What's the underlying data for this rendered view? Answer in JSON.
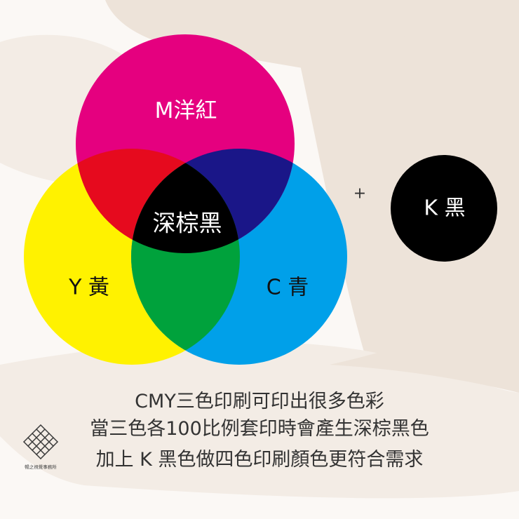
{
  "colors": {
    "background": "#fbf8f5",
    "brush_dark": "#ede3d9",
    "brush_light": "#f3ece5"
  },
  "diagram": {
    "circles": [
      {
        "id": "magenta",
        "label": "M洋紅",
        "color": "#e5007f"
      },
      {
        "id": "yellow",
        "label": "Y 黃",
        "color": "#fff200"
      },
      {
        "id": "cyan",
        "label": "C 青",
        "color": "#00a0e9"
      }
    ],
    "overlaps": {
      "magenta_yellow": {
        "color": "#e60a1e"
      },
      "magenta_cyan": {
        "color": "#1a1688"
      },
      "yellow_cyan": {
        "color": "#00a23c"
      },
      "center": {
        "label": "深棕黑",
        "color": "#000000"
      }
    },
    "plus": "+",
    "k_circle": {
      "label": "K 黑",
      "color": "#000000"
    }
  },
  "caption": {
    "lines": [
      "CMY三色印刷可印出很多色彩",
      "當三色各100比例套印時會產生深棕黑色",
      "加上 K 黑色做四色印刷顏色更符合需求"
    ]
  },
  "logo": {
    "icon": "diamond-lattice-icon",
    "text": "暢之視覺事務所"
  }
}
